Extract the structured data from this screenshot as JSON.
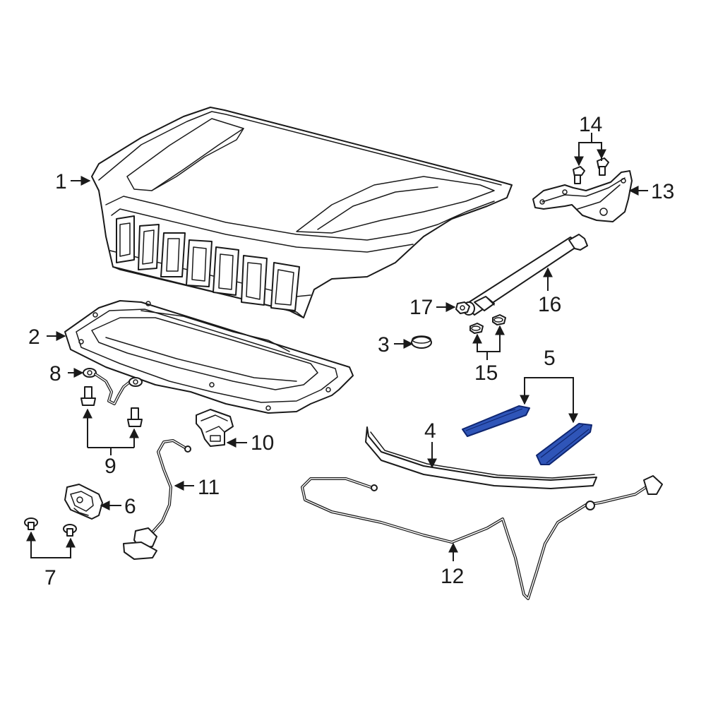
{
  "colors": {
    "line": "#1a1a1a",
    "highlight_fill": "#2f55b8",
    "highlight_stroke": "#0f2670",
    "background": "#ffffff"
  },
  "callouts": {
    "c1": "1",
    "c2": "2",
    "c3": "3",
    "c4": "4",
    "c5": "5",
    "c6": "6",
    "c7": "7",
    "c8": "8",
    "c9": "9",
    "c10": "10",
    "c11": "11",
    "c12": "12",
    "c13": "13",
    "c14": "14",
    "c15": "15",
    "c16": "16",
    "c17": "17"
  },
  "highlighted_part": "5"
}
